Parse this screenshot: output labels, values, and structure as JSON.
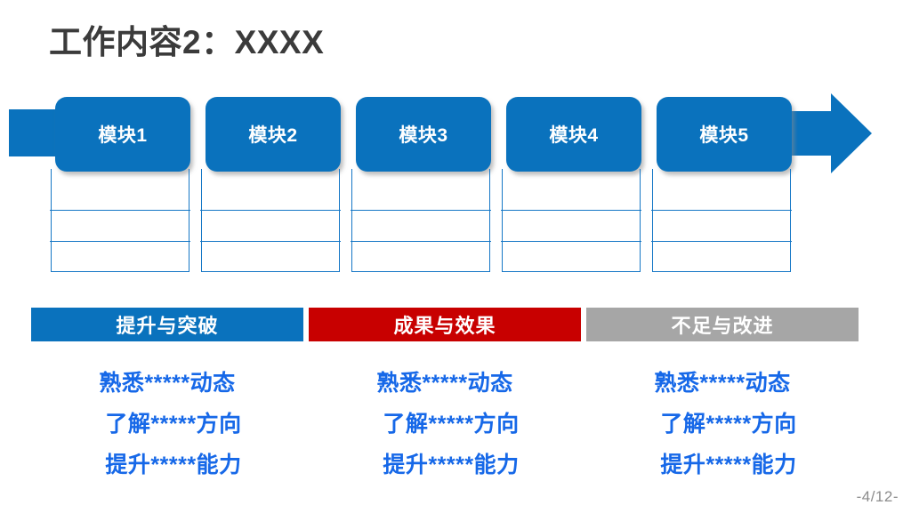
{
  "slide": {
    "title": "工作内容2：XXXX",
    "page_number": "-4/12-",
    "colors": {
      "primary_blue": "#0a72bd",
      "border_blue": "#1577c6",
      "text_blue": "#1668e8",
      "red": "#c80000",
      "gray": "#a6a6a6",
      "title_gray": "#3b3b3b",
      "page_number_gray": "#8c8c8c",
      "background": "#ffffff"
    }
  },
  "process": {
    "arrow_name": "process-arrow",
    "modules": [
      {
        "label": "模块1"
      },
      {
        "label": "模块2"
      },
      {
        "label": "模块3"
      },
      {
        "label": "模块4"
      },
      {
        "label": "模块5"
      }
    ]
  },
  "detail_table": {
    "rows_per_column": 3,
    "columns": [
      {
        "cells": [
          "",
          "",
          ""
        ]
      },
      {
        "cells": [
          "",
          "",
          ""
        ]
      },
      {
        "cells": [
          "",
          "",
          ""
        ]
      },
      {
        "cells": [
          "",
          "",
          ""
        ]
      },
      {
        "cells": [
          "",
          "",
          ""
        ]
      }
    ]
  },
  "summary": {
    "sections": [
      {
        "header": "提升与突破",
        "header_color": "#0a72bd",
        "lines": [
          "熟悉*****动态",
          "了解*****方向",
          "提升*****能力"
        ]
      },
      {
        "header": "成果与效果",
        "header_color": "#c80000",
        "lines": [
          "熟悉*****动态",
          "了解*****方向",
          "提升*****能力"
        ]
      },
      {
        "header": "不足与改进",
        "header_color": "#a6a6a6",
        "lines": [
          "熟悉*****动态",
          "了解*****方向",
          "提升*****能力"
        ]
      }
    ]
  }
}
